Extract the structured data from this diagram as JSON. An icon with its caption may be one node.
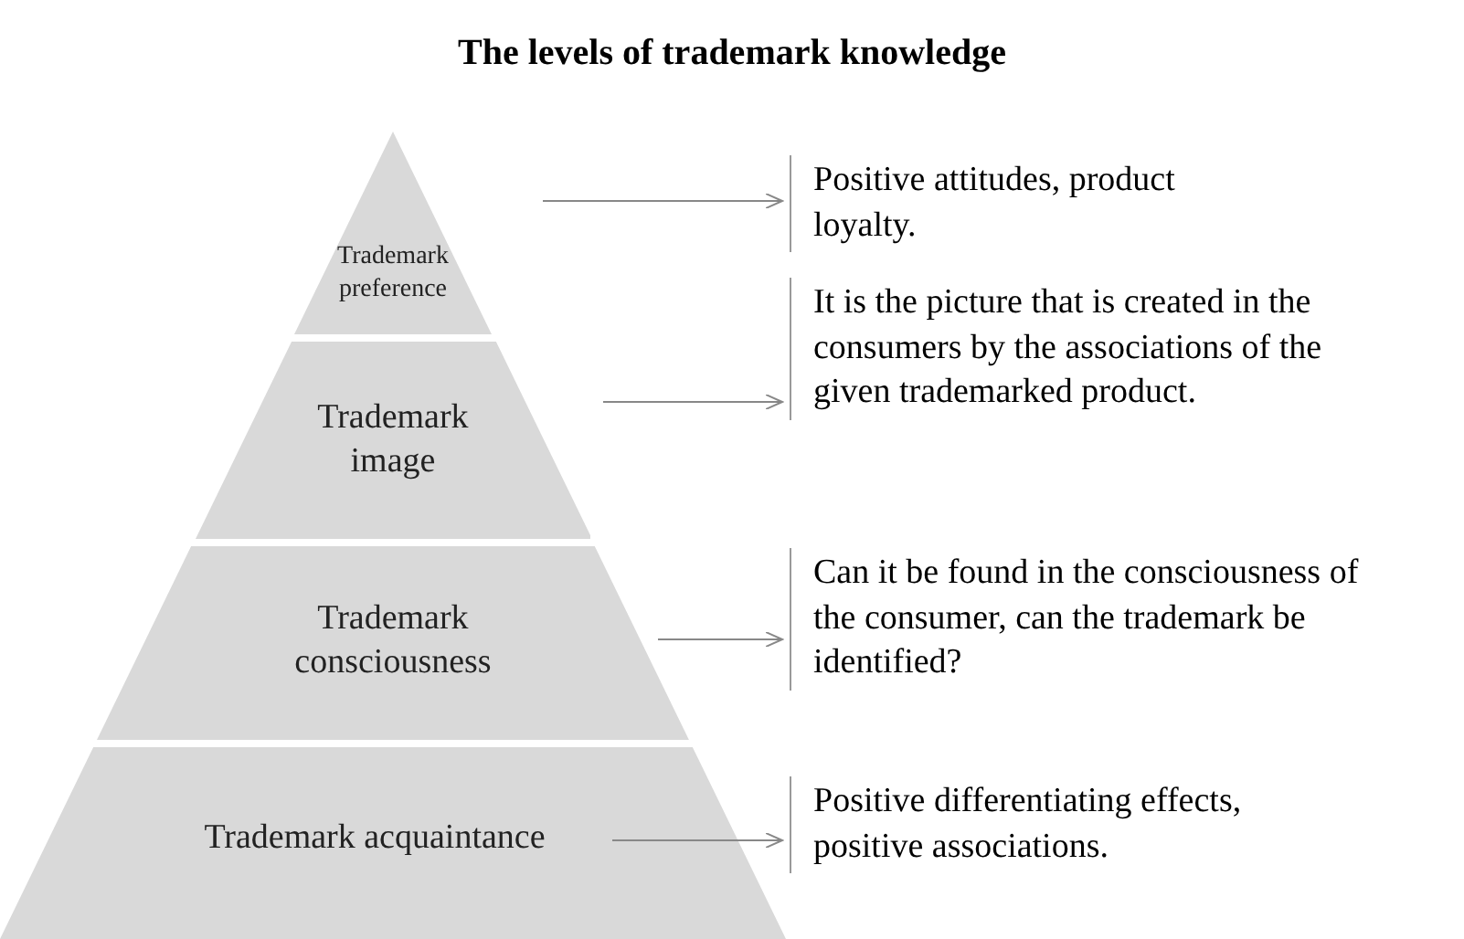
{
  "diagram": {
    "title": "The levels of trademark knowledge",
    "nodes": [
      {
        "text": [
          "Trademark preference"
        ]
      },
      {
        "text": [
          "Trademark image"
        ]
      },
      {
        "text": [
          "Trademark consciousness"
        ]
      },
      {
        "text": [
          "Trademark acquaintance"
        ]
      },
      {
        "text": [
          "Positive attitudes, product loyalty."
        ]
      },
      {
        "text": [
          "It is the picture that is created in the consumers by the associations of the given trademarked product."
        ]
      },
      {
        "text": [
          "Can it be found in the consciousness of the consumer, can the trademark be identified?"
        ]
      },
      {
        "text": [
          "Positive differentiating effects, positive associations."
        ]
      }
    ],
    "edges": [
      {
        "from": 0,
        "to": 4,
        "arrow": "to"
      },
      {
        "from": 1,
        "to": 5,
        "arrow": "to"
      },
      {
        "from": 2,
        "to": 6,
        "arrow": "to"
      },
      {
        "from": 3,
        "to": 7,
        "arrow": "to"
      }
    ]
  }
}
